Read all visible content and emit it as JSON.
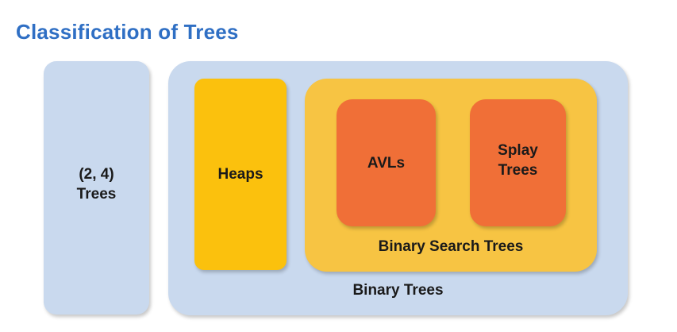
{
  "title": "Classification of Trees",
  "categories": {
    "two_four_trees": "(2, 4)\nTrees",
    "binary_trees": "Binary Trees",
    "heaps": "Heaps",
    "binary_search_trees": "Binary Search Trees",
    "avls": "AVLs",
    "splay_trees": "Splay\nTrees"
  },
  "colors": {
    "title": "#2f6fc4",
    "light_blue": "#c9d9ee",
    "heaps_yellow": "#fbc10d",
    "bst_yellow": "#f7c443",
    "orange": "#f06f37"
  }
}
